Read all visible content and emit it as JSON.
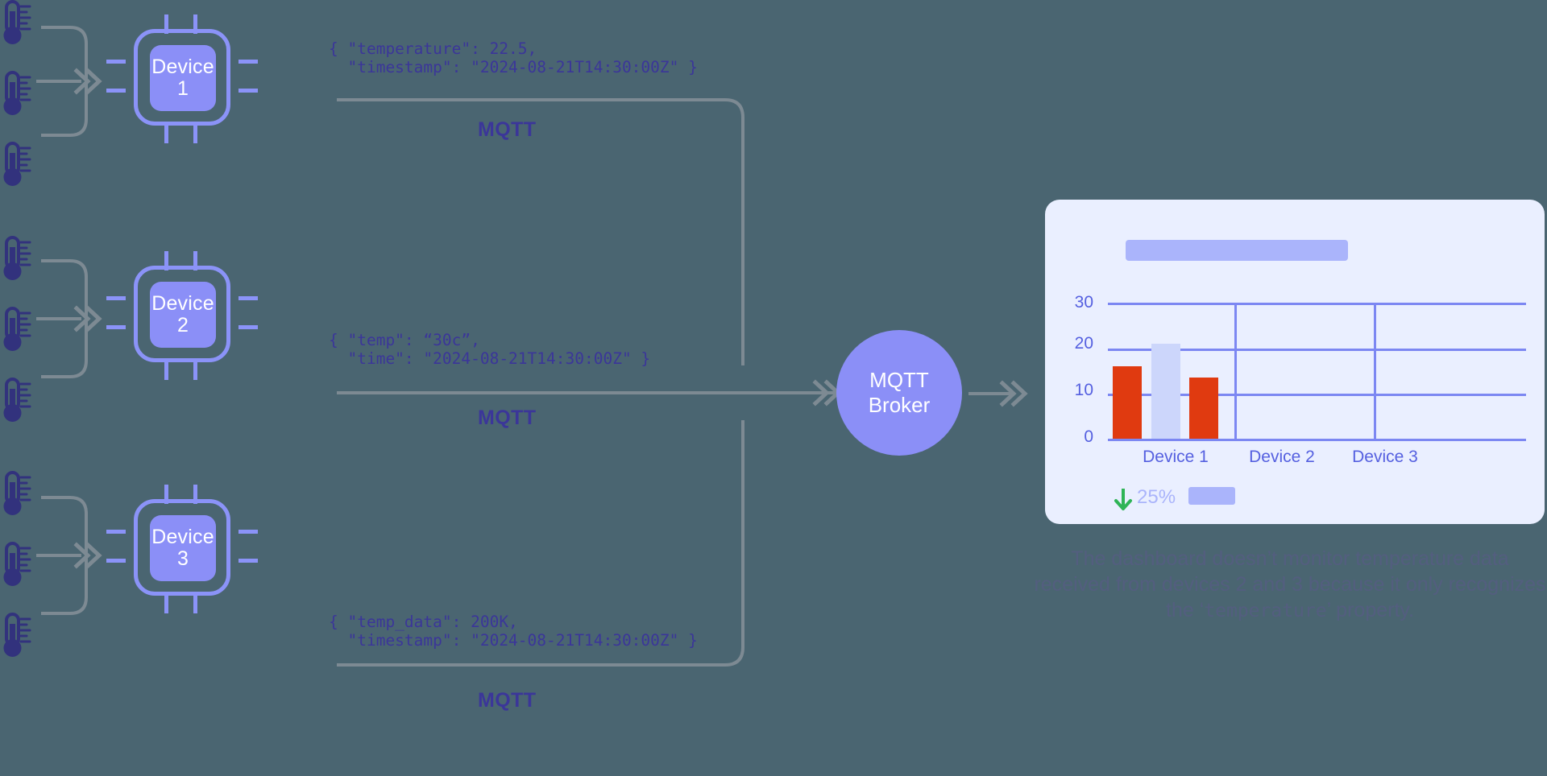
{
  "theme": {
    "background": "#4a6571",
    "accent_periwinkle": "#8b8ff7",
    "accent_light": "#aab4fb",
    "ink_indigo": "#3b3699",
    "card_bg": "#eaefff",
    "bar_red": "#e03a10",
    "bar_pale": "#ccd6fb",
    "grid_blue": "#7c87f2",
    "connector_gray": "#7d8a93",
    "thermometer_navy": "#32327d",
    "arrow_green": "#2fb457"
  },
  "devices": [
    {
      "id": "device-1",
      "label_line1": "Device",
      "label_line2": "1",
      "payload": "{ \"temperature\": 22.5,\n  \"timestamp\": \"2024-08-21T14:30:00Z\" }",
      "protocol_label": "MQTT"
    },
    {
      "id": "device-2",
      "label_line1": "Device",
      "label_line2": "2",
      "payload": "{ \"temp\": “30c”,\n  \"time\": \"2024-08-21T14:30:00Z\" }",
      "protocol_label": "MQTT"
    },
    {
      "id": "device-3",
      "label_line1": "Device",
      "label_line2": "3",
      "payload": "{ \"temp_data\": 200K,\n  \"timestamp\": \"2024-08-21T14:30:00Z\" }",
      "protocol_label": "MQTT"
    }
  ],
  "broker": {
    "line1": "MQTT",
    "line2": "Broker"
  },
  "dashboard": {
    "title_placeholder": "",
    "delta": {
      "direction_icon": "arrow-down-icon",
      "value": "25%",
      "chip_placeholder": ""
    }
  },
  "chart_data": {
    "type": "bar",
    "title": "",
    "categories": [
      "Device 1",
      "Device 2",
      "Device 3"
    ],
    "series": [
      {
        "name": "series-1",
        "color": "#e03a10",
        "values": [
          16,
          null,
          null
        ]
      },
      {
        "name": "series-2",
        "color": "#ccd6fb",
        "values": [
          21,
          null,
          null
        ]
      },
      {
        "name": "series-3",
        "color": "#e03a10",
        "values": [
          13.5,
          null,
          null
        ]
      }
    ],
    "yticks": [
      0,
      10,
      20,
      30
    ],
    "ylim": [
      0,
      30
    ],
    "xlabel": "",
    "ylabel": "",
    "grid": true,
    "legend": "none"
  },
  "caption": {
    "part1": "The dashboard doesn’t monitor temperature data received from devices 2 and 3 because it only recognizes the ‘",
    "code": "temperature",
    "part2": "’ property."
  }
}
